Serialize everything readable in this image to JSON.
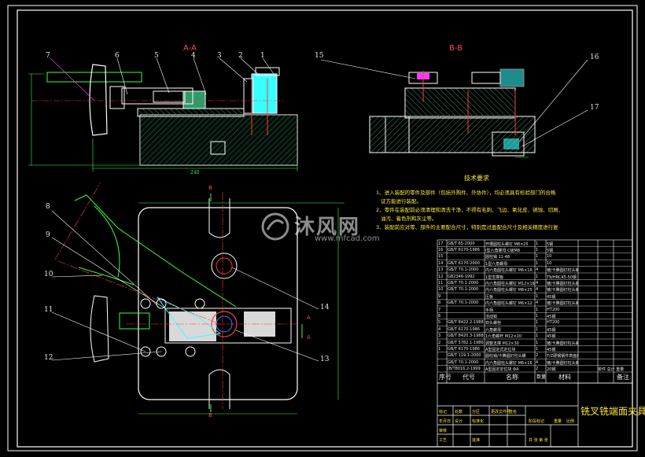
{
  "section_labels": {
    "aa": "A-A",
    "bb": "B-B",
    "b_top": "B",
    "b_bottom": "B",
    "a_right": "A",
    "a_right2": "A"
  },
  "callouts": [
    "7",
    "6",
    "5",
    "4",
    "3",
    "2",
    "1",
    "15",
    "16",
    "17",
    "8",
    "9",
    "10",
    "11",
    "12",
    "13",
    "14"
  ],
  "dimensions": {
    "length_aa": "240"
  },
  "tech_requirements": {
    "title": "技术要求",
    "lines": [
      "1、进入装配的零件及部件（包括外购件、外协件），均必须具有检验部门的合格",
      "证方能进行装配。",
      "2、零件在装配前必须清理和清洗干净，不得有毛刺、飞边、氧化皮、锈蚀、切屑、",
      "油污、着色剂和灰尘等。",
      "3、装配前应对零、部件的主要配合尺寸，特别是过盈配合尺寸及相关精度进行复"
    ]
  },
  "watermark": {
    "brand": "沐风网",
    "url": "www.mfcad.com"
  },
  "bom_rows": [
    [
      "17",
      "GB/T 65-2000",
      "开槽圆柱头螺钉 M8×25",
      "1",
      "5钢",
      ""
    ],
    [
      "16",
      "GB/T 6170-1986",
      "I型六角螺母 C级M8",
      "1",
      "5钢",
      ""
    ],
    [
      "15",
      "",
      "圆柱销 11-48",
      "1",
      "10",
      ""
    ],
    [
      "14",
      "GB/T 6170-2000",
      "1型六角螺母",
      "1",
      "10",
      ""
    ],
    [
      "13",
      "GB/T 70.1-2000",
      "内六角圆柱头螺钉 M6×16",
      "4",
      "镀/卡腾圆钉柱头螺",
      ""
    ],
    [
      "12",
      "GB2346-1992",
      "1型支撑板",
      "1",
      "T9/HRC45-50钢",
      ""
    ],
    [
      "11",
      "GB/T 70.1-2000",
      "内六角圆柱头螺钉 M12×16",
      "4",
      "镀/卡腾圆钉柱头螺",
      ""
    ],
    [
      "10",
      "GB/T 70.1-2000",
      "内六角圆柱头螺钉 M8×25",
      "4",
      "镀/卡腾圆钉柱头螺",
      ""
    ],
    [
      "9",
      "",
      "压板",
      "1",
      "45钢",
      ""
    ],
    [
      "8",
      "GB/T 70.1-2000",
      "内六角圆柱头螺钉 M6×12",
      "4",
      "镀/卡腾圆钉柱头螺",
      ""
    ],
    [
      "7",
      "",
      "手柄",
      "1",
      "HT200",
      ""
    ],
    [
      "6",
      "",
      "活动钳",
      "1",
      "45钢",
      ""
    ],
    [
      "5",
      "GB/T 8422.2-1988",
      "双头螺栓",
      "1",
      "HT200",
      ""
    ],
    [
      "4",
      "GB/T 6170-1986",
      "六角螺母",
      "1",
      "45钢",
      ""
    ],
    [
      "3",
      "GB/T 8420.3-1988",
      "1六角螺杆 M12×20",
      "1",
      "45钢",
      ""
    ],
    [
      "2",
      "GB/T 5782.1-1986",
      "调整支撑 M12×30",
      "1",
      "镀/卡腾圆钉柱头螺",
      ""
    ],
    [
      "1",
      "GB/T 6170-1986",
      "A型固定式定位块",
      "1",
      "45钢",
      ""
    ],
    [
      "",
      "GB/T 119.1-2000",
      "圆柱销/卡腾圆钉柱头螺",
      "2",
      "T/Z硬钢钢件表面处理",
      ""
    ],
    [
      "",
      "GB/T 70.1-2000",
      "内六角圆柱头螺钉 M6×16",
      "4",
      "镀/卡腾圆钉柱头螺",
      ""
    ],
    [
      "",
      "JB/T8016.2-1999",
      "A型固定定位块 ΦA",
      "2",
      "20钢",
      ""
    ]
  ],
  "bom_header": {
    "seq": "序号",
    "code": "代号",
    "name": "名称",
    "qty": "数量",
    "material": "材料",
    "note": "备注",
    "weight": "单件 总计 重量"
  },
  "title_block": {
    "title": "铣叉铣端面夹具",
    "col1": "标记",
    "col2": "处数",
    "col3": "分区",
    "col4": "更改文件号",
    "col5": "签名",
    "col6": "年月日",
    "design": "设计",
    "std": "标准化",
    "stage": "阶段标记",
    "weight": "重量",
    "scale": "比例",
    "review": "审核",
    "process": "工艺",
    "approve": "批准",
    "sheets": "共 张 第 张"
  },
  "colors": {
    "line": "#ffffff",
    "green": "#3cff3c",
    "cyan": "#37ffff",
    "yellow": "#ffe93a",
    "red": "#ff3b3b",
    "magenta": "#ff38ff",
    "blue": "#4a78ff"
  }
}
